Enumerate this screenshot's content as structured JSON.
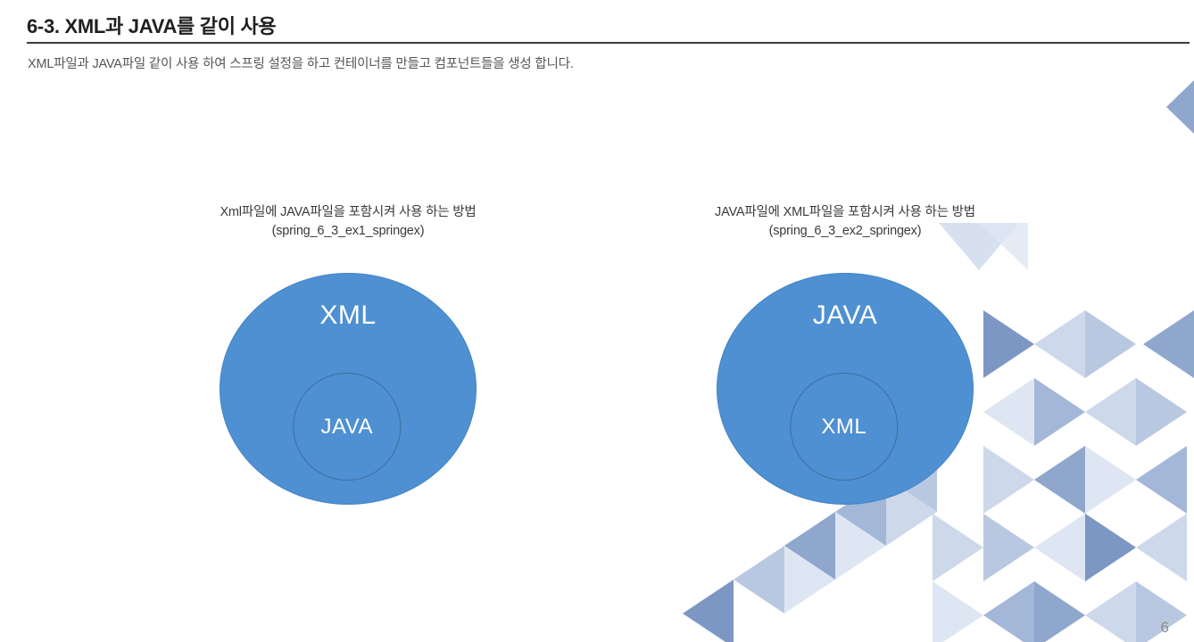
{
  "slide": {
    "title": "6-3. XML과 JAVA를 같이 사용",
    "subtitle": "XML파일과 JAVA파일 같이 사용 하여 스프링 설정을 하고 컨테이너를 만들고 컴포넌트들을 생성 합니다.",
    "page_number": "6"
  },
  "diagrams": [
    {
      "caption_line1": "Xml파일에 JAVA파일을 포함시켜 사용 하는 방법",
      "caption_line2": "(spring_6_3_ex1_springex)",
      "outer_label": "XML",
      "inner_label": "JAVA"
    },
    {
      "caption_line1": "JAVA파일에 XML파일을 포함시켜 사용 하는 방법",
      "caption_line2": "(spring_6_3_ex2_springex)",
      "outer_label": "JAVA",
      "inner_label": "XML"
    }
  ],
  "colors": {
    "circle_fill": "#4E90D2",
    "circle_border": "#4383C4",
    "inner_border": "#3D6E9E",
    "deco_light": "#DFE6F3",
    "deco_dark": "#7C97C4"
  }
}
